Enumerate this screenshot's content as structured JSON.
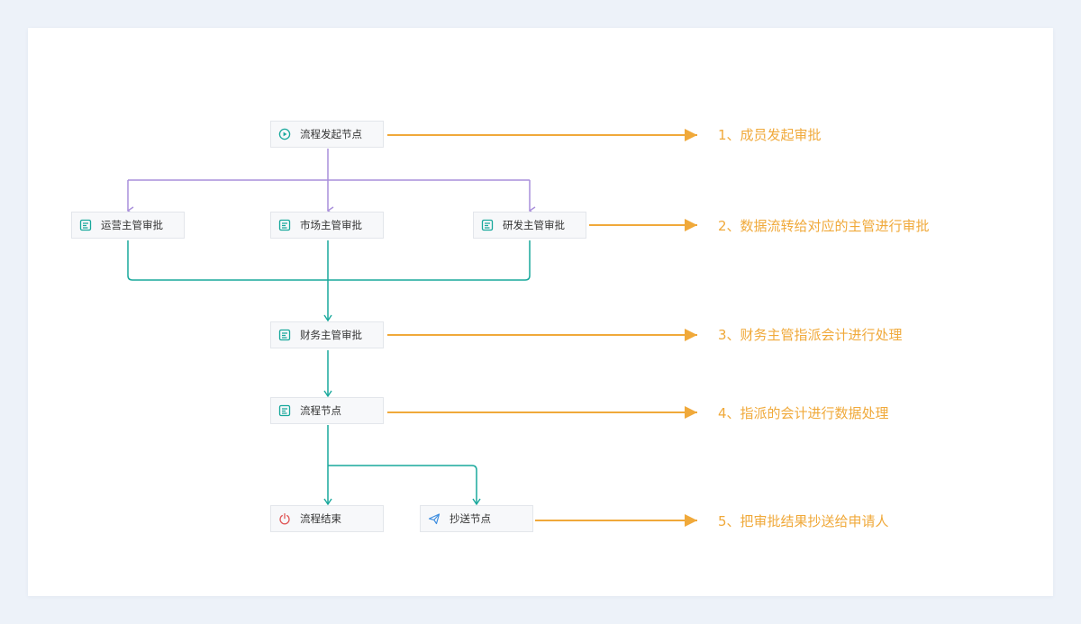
{
  "colors": {
    "accent_orange": "#f0a93a",
    "branch_purple": "#a98fdb",
    "flow_teal": "#19a89c",
    "end_red": "#e05757",
    "send_blue": "#3e8ee0"
  },
  "nodes": {
    "start": {
      "label": "流程发起节点",
      "icon": "play-circle-icon"
    },
    "ops": {
      "label": "运营主管审批",
      "icon": "approval-form-icon"
    },
    "market": {
      "label": "市场主管审批",
      "icon": "approval-form-icon"
    },
    "rnd": {
      "label": "研发主管审批",
      "icon": "approval-form-icon"
    },
    "finance": {
      "label": "财务主管审批",
      "icon": "approval-form-icon"
    },
    "process": {
      "label": "流程节点",
      "icon": "approval-form-icon"
    },
    "end": {
      "label": "流程结束",
      "icon": "power-icon"
    },
    "cc": {
      "label": "抄送节点",
      "icon": "paper-plane-icon"
    }
  },
  "annotations": [
    "1、成员发起审批",
    "2、数据流转给对应的主管进行审批",
    "3、财务主管指派会计进行处理",
    "4、指派的会计进行数据处理",
    "5、把审批结果抄送给申请人"
  ]
}
